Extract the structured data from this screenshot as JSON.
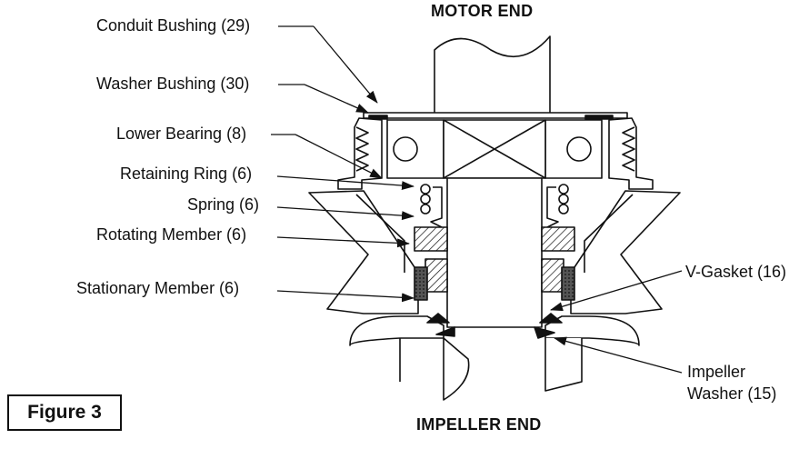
{
  "headings": {
    "top": "MOTOR END",
    "bottom": "IMPELLER END"
  },
  "figure_label": "Figure 3",
  "callouts": {
    "conduit_bushing": "Conduit Bushing (29)",
    "washer_bushing": "Washer Bushing (30)",
    "lower_bearing": "Lower Bearing (8)",
    "retaining_ring": "Retaining Ring (6)",
    "spring": "Spring (6)",
    "rotating_member": "Rotating Member (6)",
    "stationary_member": "Stationary Member (6)",
    "v_gasket": "V-Gasket (16)",
    "impeller_washer_line1": "Impeller",
    "impeller_washer_line2": "Washer (15)"
  }
}
